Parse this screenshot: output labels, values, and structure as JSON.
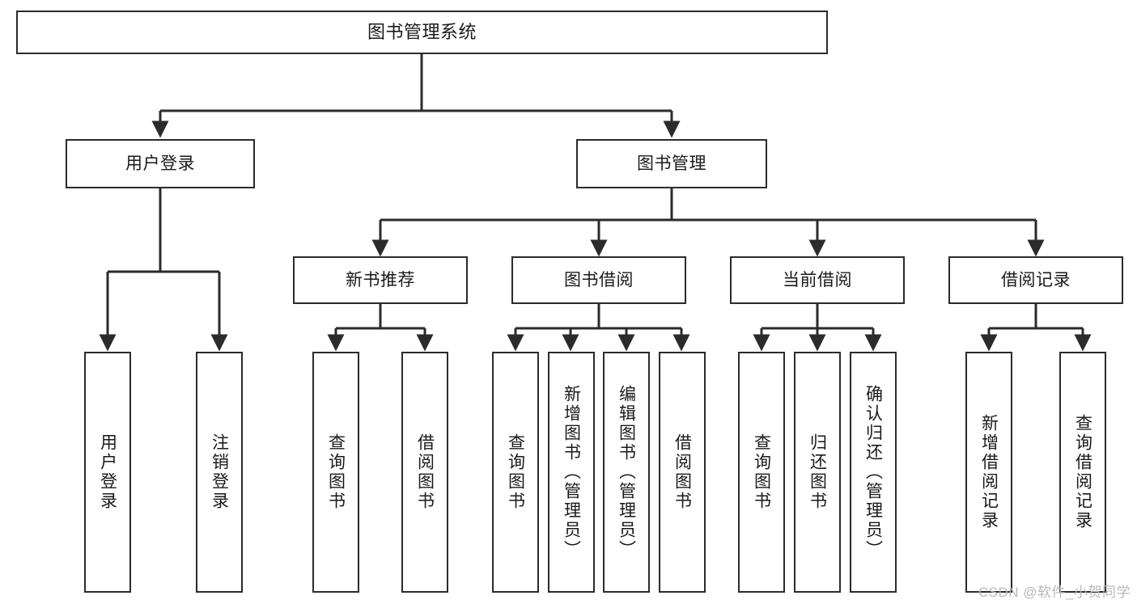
{
  "diagram": {
    "type": "tree-hierarchy",
    "title": "图书管理系统",
    "colors": {
      "background": "#ffffff",
      "box_border": "#2b2b2b",
      "box_fill": "#ffffff",
      "connector": "#2b2b2b",
      "text": "#1a1a1a",
      "watermark": "#b9b9b9"
    },
    "nodes": {
      "root": {
        "label": "图书管理系统"
      },
      "level2": [
        {
          "label": "用户登录"
        },
        {
          "label": "图书管理"
        }
      ],
      "level3": [
        {
          "label": "新书推荐"
        },
        {
          "label": "图书借阅"
        },
        {
          "label": "当前借阅"
        },
        {
          "label": "借阅记录"
        }
      ],
      "leaves_user_login": [
        {
          "label": "用户登录"
        },
        {
          "label": "注销登录"
        }
      ],
      "leaves_new_book": [
        {
          "label": "查询图书"
        },
        {
          "label": "借阅图书"
        }
      ],
      "leaves_borrow": [
        {
          "label": "查询图书"
        },
        {
          "label": "新增图书（管理员）"
        },
        {
          "label": "编辑图书（管理员）"
        },
        {
          "label": "借阅图书"
        }
      ],
      "leaves_current": [
        {
          "label": "查询图书"
        },
        {
          "label": "归还图书"
        },
        {
          "label": "确认归还（管理员）"
        }
      ],
      "leaves_records": [
        {
          "label": "新增借阅记录"
        },
        {
          "label": "查询借阅记录"
        }
      ]
    },
    "watermark": "CSDN @软件_小贺同学"
  }
}
